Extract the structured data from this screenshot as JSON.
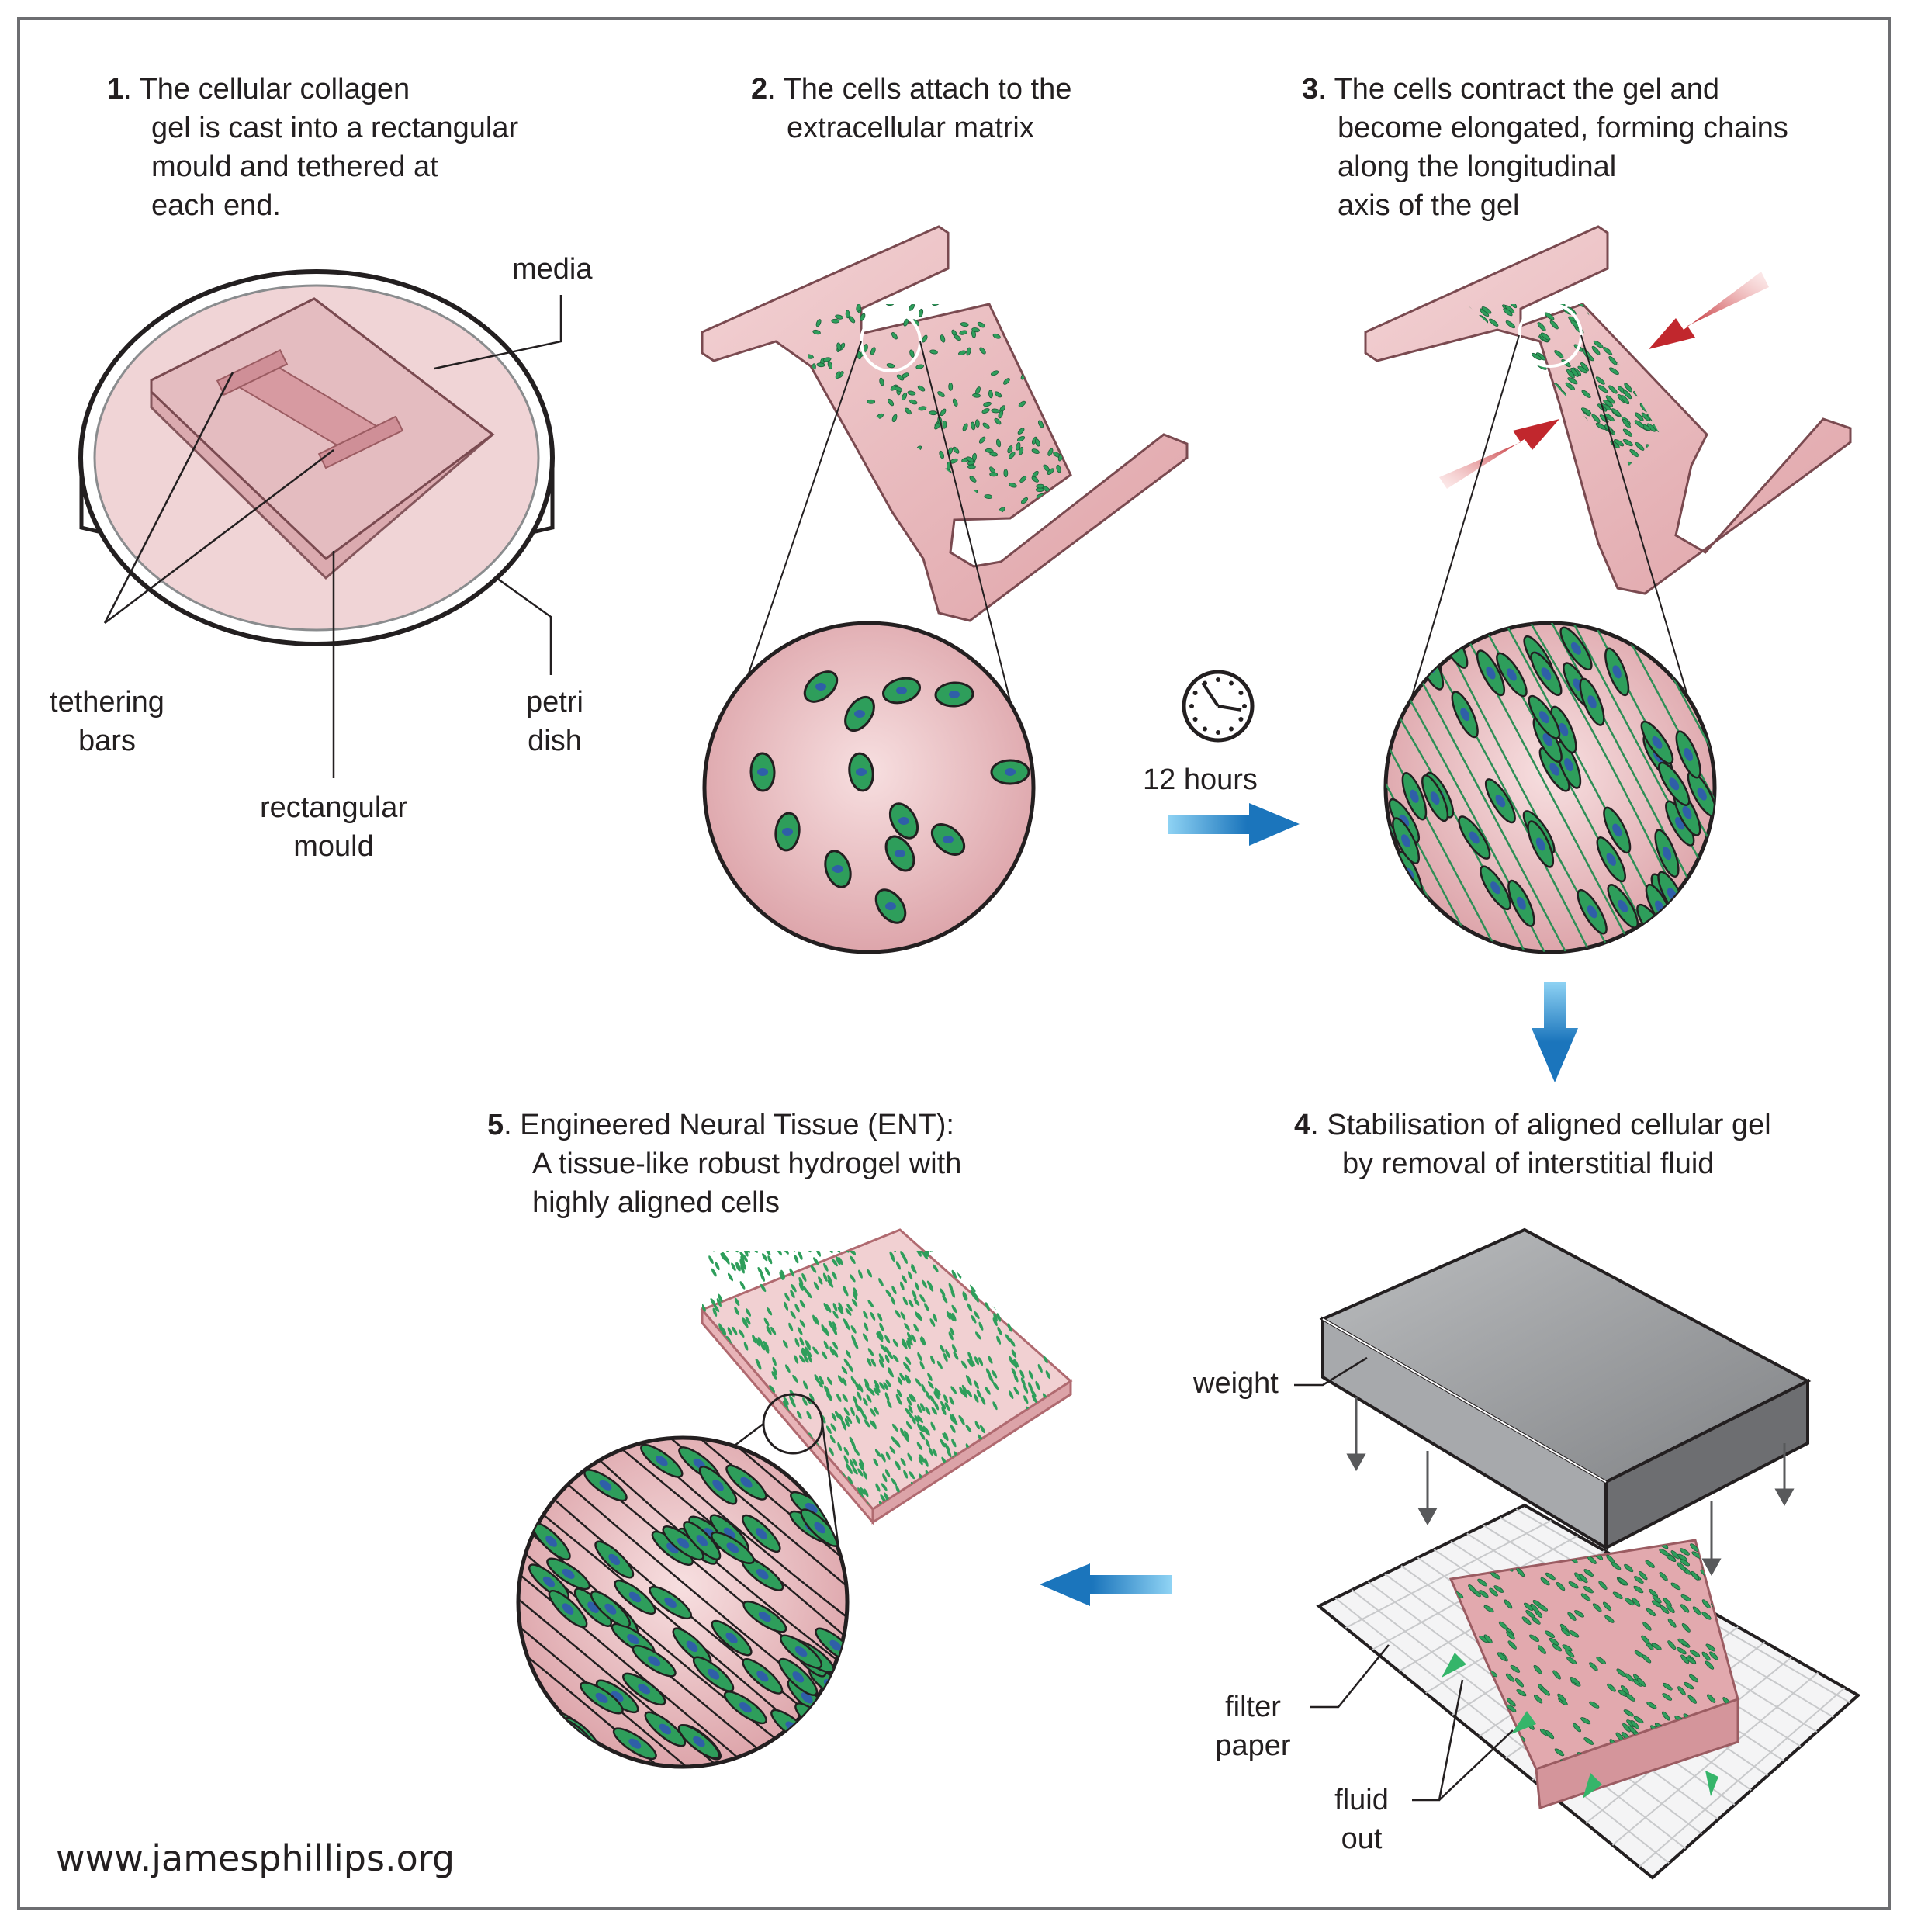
{
  "steps": [
    {
      "num": "1",
      "lines": [
        ". The cellular collagen",
        "gel is cast into a rectangular",
        "mould and tethered at",
        "each end."
      ]
    },
    {
      "num": "2",
      "lines": [
        ". The cells attach to the",
        "extracellular matrix"
      ]
    },
    {
      "num": "3",
      "lines": [
        ". The cells contract the gel and",
        "become elongated, forming chains",
        "along the longitudinal",
        "axis of the gel"
      ]
    },
    {
      "num": "4",
      "lines": [
        ".  Stabilisation of aligned cellular gel",
        "by removal of interstitial fluid"
      ]
    },
    {
      "num": "5",
      "lines": [
        ".  Engineered Neural Tissue (ENT):",
        "A tissue-like robust hydrogel with",
        "highly aligned cells"
      ]
    }
  ],
  "labels": {
    "media": "media",
    "tethering_bars": [
      "tethering",
      "bars"
    ],
    "petri_dish": [
      "petri",
      "dish"
    ],
    "rectangular_mould": [
      "rectangular",
      "mould"
    ],
    "time": "12 hours",
    "weight": "weight",
    "filter_paper": [
      "filter",
      "paper"
    ],
    "fluid_out": [
      "fluid",
      "out"
    ]
  },
  "website": "www.jamesphillips.org",
  "colors": {
    "gel_pink": "#e8b4b8",
    "gel_edge": "#b06a70",
    "cell_green": "#2e9e5b",
    "nucleus_blue": "#2f5fa8",
    "arrow_blue": "#1b75bc",
    "arrow_red": "#c1272d",
    "fluid_green": "#35b56a",
    "weight_gray": "#8a8c8e",
    "frame_gray": "#6d6e71"
  },
  "icons": [
    "clock-icon",
    "blue-arrow-right",
    "blue-arrow-down",
    "blue-arrow-left",
    "red-arrow"
  ]
}
